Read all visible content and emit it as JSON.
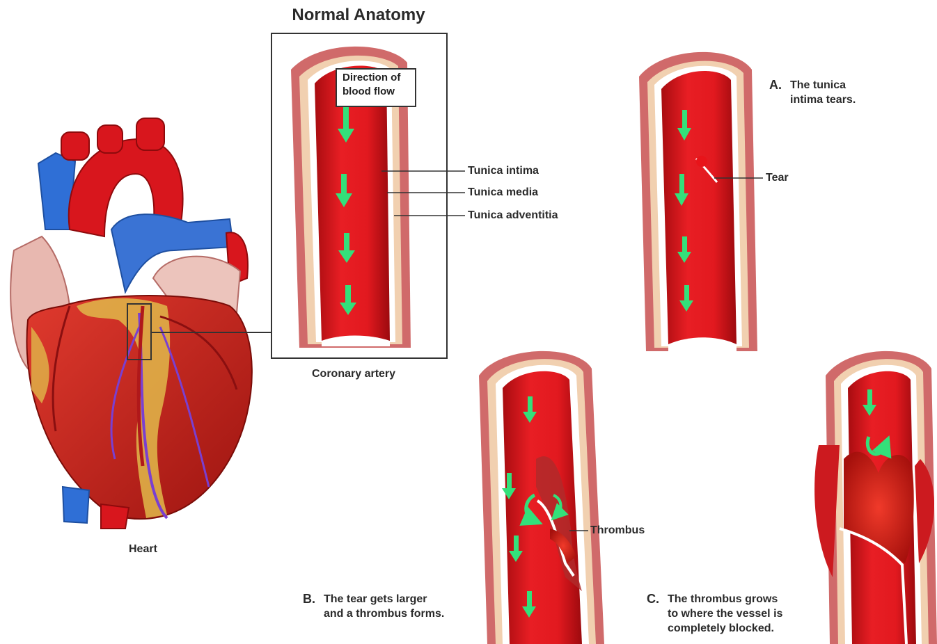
{
  "title": "Normal Anatomy",
  "labels": {
    "direction_of_flow": "Direction of blood flow",
    "tunica_intima": "Tunica intima",
    "tunica_media": "Tunica media",
    "tunica_adventitia": "Tunica adventitia",
    "coronary_artery": "Coronary artery",
    "heart": "Heart",
    "tear": "Tear",
    "thrombus": "Thrombus"
  },
  "captions": {
    "a": {
      "letter": "A.",
      "line1": "The tunica",
      "line2": "intima tears."
    },
    "b": {
      "letter": "B.",
      "line1": "The tear gets larger",
      "line2": "and a thrombus forms."
    },
    "c": {
      "letter": "C.",
      "line1": "The thrombus grows",
      "line2": "to where the vessel is",
      "line3": "completely blocked."
    }
  },
  "colors": {
    "blood": "#d9141b",
    "vessel_wall": "#d06a6a",
    "vessel_media": "#f1d0b0",
    "vein_blue": "#2f6fd6",
    "fat_yellow": "#e0b84a",
    "arrow_green": "#33e07a"
  }
}
